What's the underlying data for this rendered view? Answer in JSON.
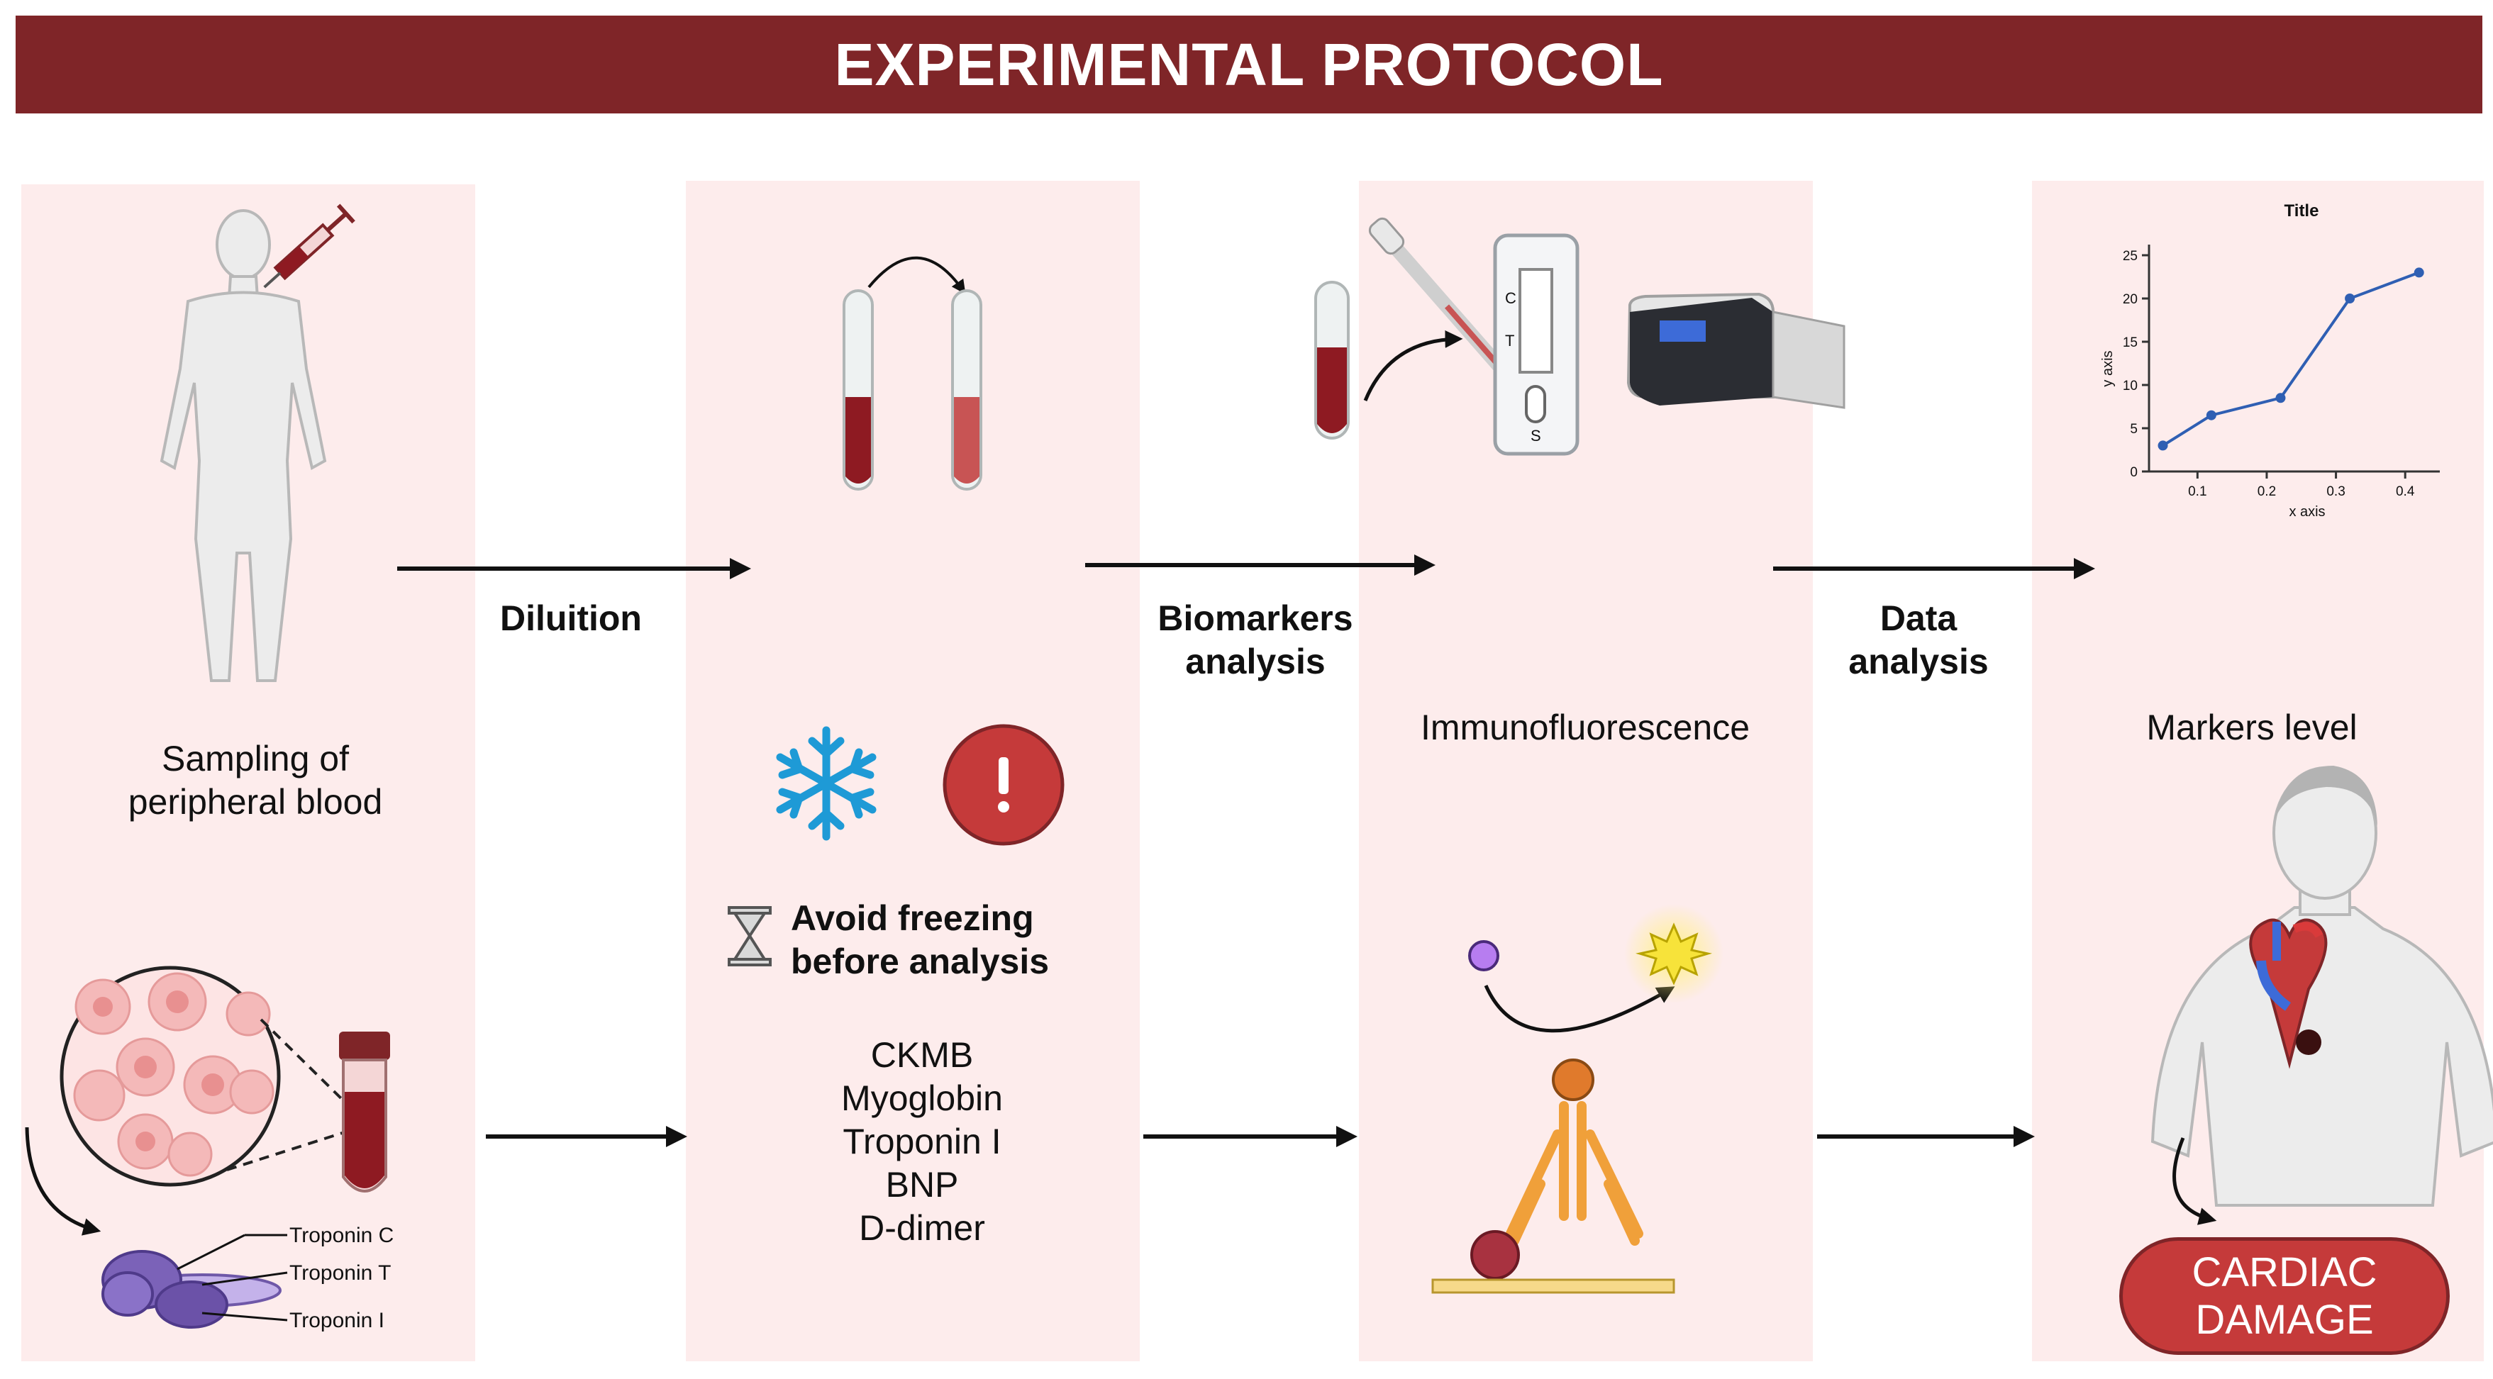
{
  "title": "EXPERIMENTAL PROTOCOL",
  "steps": {
    "sampling": "Sampling of\nperipheral blood",
    "dilution": "Diluition",
    "biomarkers": "Biomarkers\nanalysis",
    "immuno": "Immunofluorescence",
    "data_analysis": "Data\nanalysis",
    "markers_level": "Markers level"
  },
  "freeze_note": "Avoid freezing\nbefore analysis",
  "markers": [
    "CKMB",
    "Myoglobin",
    "Troponin I",
    "BNP",
    "D-dimer"
  ],
  "troponins": [
    "Troponin C",
    "Troponin T",
    "Troponin I"
  ],
  "test_strip": {
    "c": "C",
    "t": "T",
    "s": "S"
  },
  "result": "CARDIAC\nDAMAGE",
  "chart_data": {
    "type": "line",
    "title": "Title",
    "xlabel": "x axis",
    "ylabel": "y axis",
    "x": [
      0.05,
      0.12,
      0.22,
      0.32,
      0.42
    ],
    "y": [
      3,
      6.5,
      8.5,
      20,
      23
    ],
    "xticks": [
      "0.1",
      "0.2",
      "0.3",
      "0.4"
    ],
    "yticks": [
      "0",
      "5",
      "10",
      "15",
      "20",
      "25"
    ],
    "xlim": [
      0.03,
      0.45
    ],
    "ylim": [
      0,
      25
    ]
  },
  "colors": {
    "banner": "#7f2528",
    "panel": "#fdecec",
    "blood": "#8e1a22",
    "accent_red": "#c53a3a",
    "snow": "#1e9ad6",
    "antibody": "#f0a03a",
    "line": "#2f5fb3"
  }
}
